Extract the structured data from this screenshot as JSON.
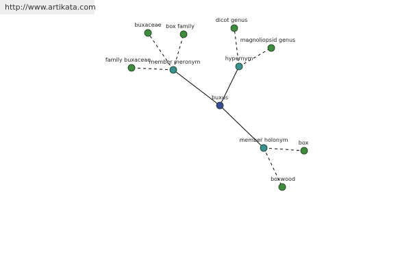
{
  "url": "http://www.artikata.com",
  "colors": {
    "root": "#3a4a94",
    "relation": "#3a9090",
    "leaf": "#3f8a3f",
    "edge": "#000000"
  },
  "nodes": [
    {
      "id": "buxus",
      "label": "buxus",
      "kind": "root"
    },
    {
      "id": "member-meronym",
      "label": "member meronym",
      "kind": "relation"
    },
    {
      "id": "hypernym",
      "label": "hypernym",
      "kind": "relation"
    },
    {
      "id": "member-holonym",
      "label": "member holonym",
      "kind": "relation"
    },
    {
      "id": "buxaceae",
      "label": "buxaceae",
      "kind": "leaf"
    },
    {
      "id": "box-family",
      "label": "box family",
      "kind": "leaf"
    },
    {
      "id": "family-buxaceae",
      "label": "family buxaceae",
      "kind": "leaf"
    },
    {
      "id": "dicot-genus",
      "label": "dicot genus",
      "kind": "leaf"
    },
    {
      "id": "magnoliopsid-genus",
      "label": "magnoliopsid genus",
      "kind": "leaf"
    },
    {
      "id": "box",
      "label": "box",
      "kind": "leaf"
    },
    {
      "id": "boxwood",
      "label": "boxwood",
      "kind": "leaf"
    }
  ],
  "edges": [
    {
      "from": "buxus",
      "to": "member-meronym",
      "style": "solid"
    },
    {
      "from": "buxus",
      "to": "hypernym",
      "style": "solid"
    },
    {
      "from": "buxus",
      "to": "member-holonym",
      "style": "solid"
    },
    {
      "from": "member-meronym",
      "to": "buxaceae",
      "style": "dashed"
    },
    {
      "from": "member-meronym",
      "to": "box-family",
      "style": "dashed"
    },
    {
      "from": "member-meronym",
      "to": "family-buxaceae",
      "style": "dashed"
    },
    {
      "from": "hypernym",
      "to": "dicot-genus",
      "style": "dashed"
    },
    {
      "from": "hypernym",
      "to": "magnoliopsid-genus",
      "style": "dashed"
    },
    {
      "from": "member-holonym",
      "to": "box",
      "style": "dashed"
    },
    {
      "from": "member-holonym",
      "to": "boxwood",
      "style": "dashed"
    }
  ]
}
